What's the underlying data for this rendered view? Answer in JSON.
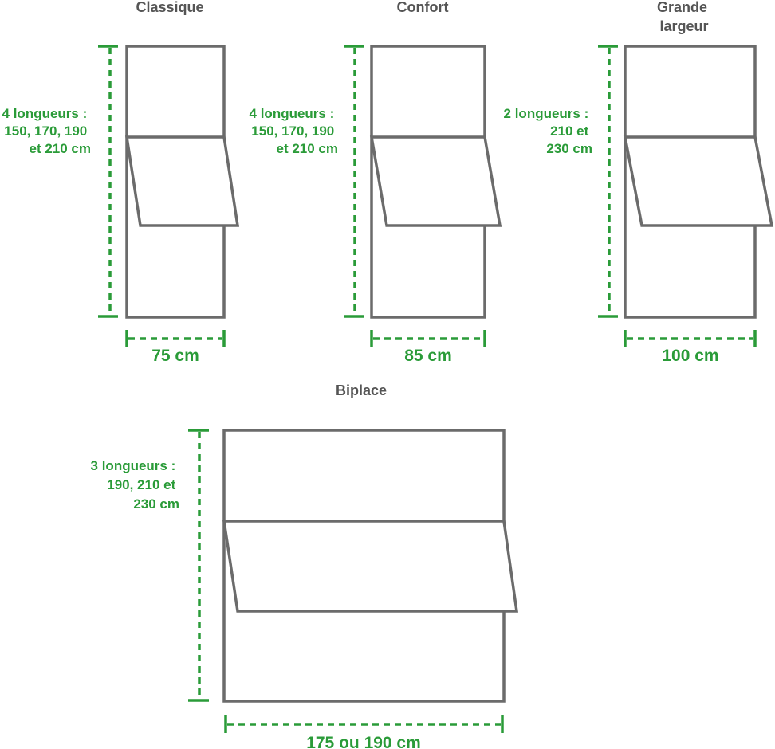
{
  "colors": {
    "outline": "#6b6b6b",
    "dimension": "#2a9b38",
    "title": "#555555"
  },
  "beds": [
    {
      "id": "classique",
      "title": [
        "Classique"
      ],
      "lengths": [
        "4 longueurs :",
        "150, 170, 190",
        "et 210 cm"
      ],
      "width": "75 cm"
    },
    {
      "id": "confort",
      "title": [
        "Confort"
      ],
      "lengths": [
        "4 longueurs :",
        "150, 170, 190",
        "et 210 cm"
      ],
      "width": "85 cm"
    },
    {
      "id": "grande-largeur",
      "title": [
        "Grande",
        "largeur"
      ],
      "lengths": [
        "2 longueurs :",
        "210 et",
        "230 cm"
      ],
      "width": "100 cm"
    },
    {
      "id": "biplace",
      "title": [
        "Biplace"
      ],
      "lengths": [
        "3 longueurs :",
        "190, 210 et",
        "230 cm"
      ],
      "width": "175 ou 190 cm"
    }
  ]
}
